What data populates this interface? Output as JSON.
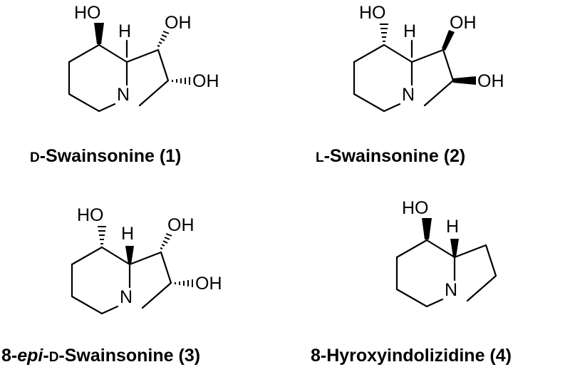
{
  "atom_labels": {
    "ho": "HO",
    "oh": "OH",
    "h": "H",
    "n": "N"
  },
  "compounds": [
    {
      "prefix_small_caps": "D",
      "name_rest": "-Swainsonine (1)"
    },
    {
      "prefix_small_caps": "L",
      "name_rest": "-Swainsonine (2)"
    },
    {
      "lead": "8-",
      "italic": "epi",
      "dash": "-",
      "prefix_small_caps": "D",
      "name_rest": "-Swainsonine (3)"
    },
    {
      "name_rest": "8-Hyroxyindolizidine (4)"
    }
  ]
}
